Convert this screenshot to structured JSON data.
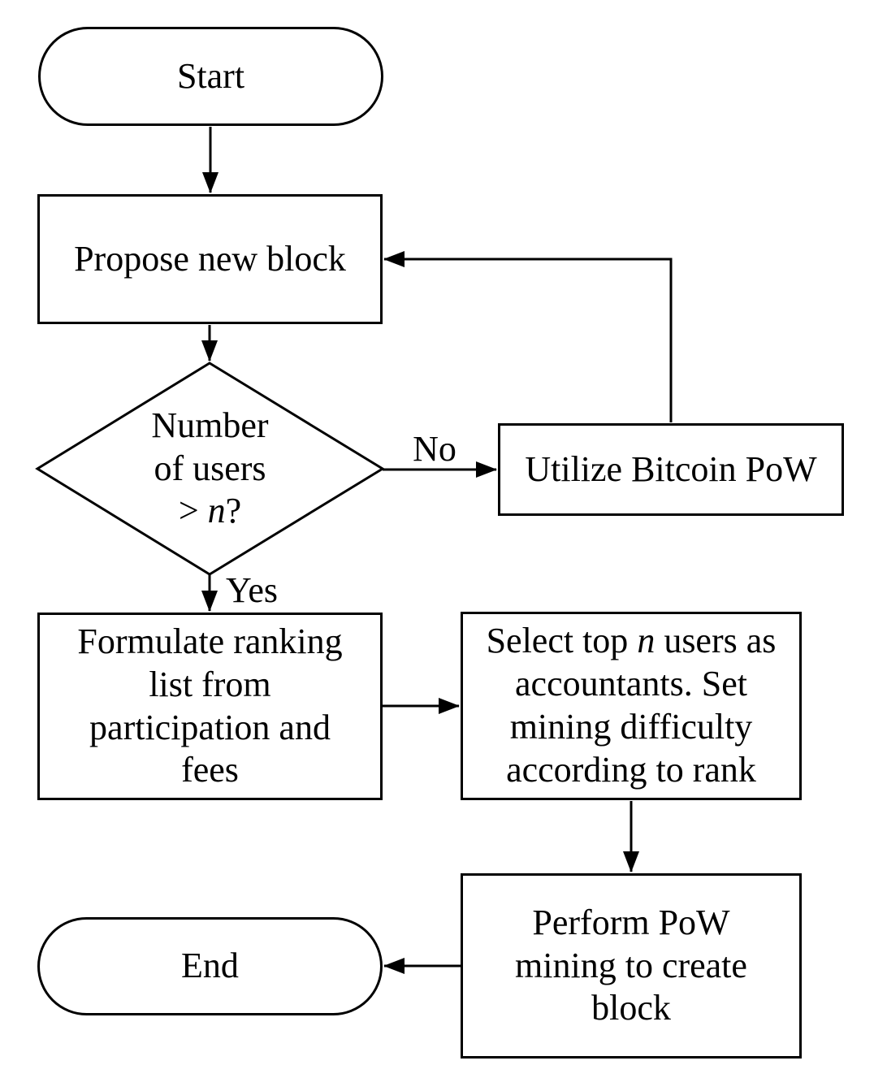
{
  "figure": {
    "type": "flowchart",
    "background_color": "#ffffff",
    "stroke_color": "#000000",
    "text_color": "#000000"
  },
  "nodes": {
    "start": {
      "shape": "stadium",
      "label": "Start"
    },
    "propose": {
      "shape": "rect",
      "label": "Propose new block"
    },
    "decision": {
      "shape": "diamond",
      "line1": "Number",
      "line2": "of users",
      "line3_pre": "> ",
      "line3_var": "n",
      "line3_post": "?"
    },
    "utilize": {
      "shape": "rect",
      "label": "Utilize Bitcoin PoW"
    },
    "formulate": {
      "shape": "rect",
      "label": "Formulate ranking list from participation and fees"
    },
    "select": {
      "shape": "rect",
      "pre": "Select top ",
      "var": "n",
      "post": " users as accountants. Set mining difficulty according to rank"
    },
    "perform": {
      "shape": "rect",
      "label": "Perform PoW mining to create block"
    },
    "end": {
      "shape": "stadium",
      "label": "End"
    }
  },
  "edge_labels": {
    "no": "No",
    "yes": "Yes"
  }
}
